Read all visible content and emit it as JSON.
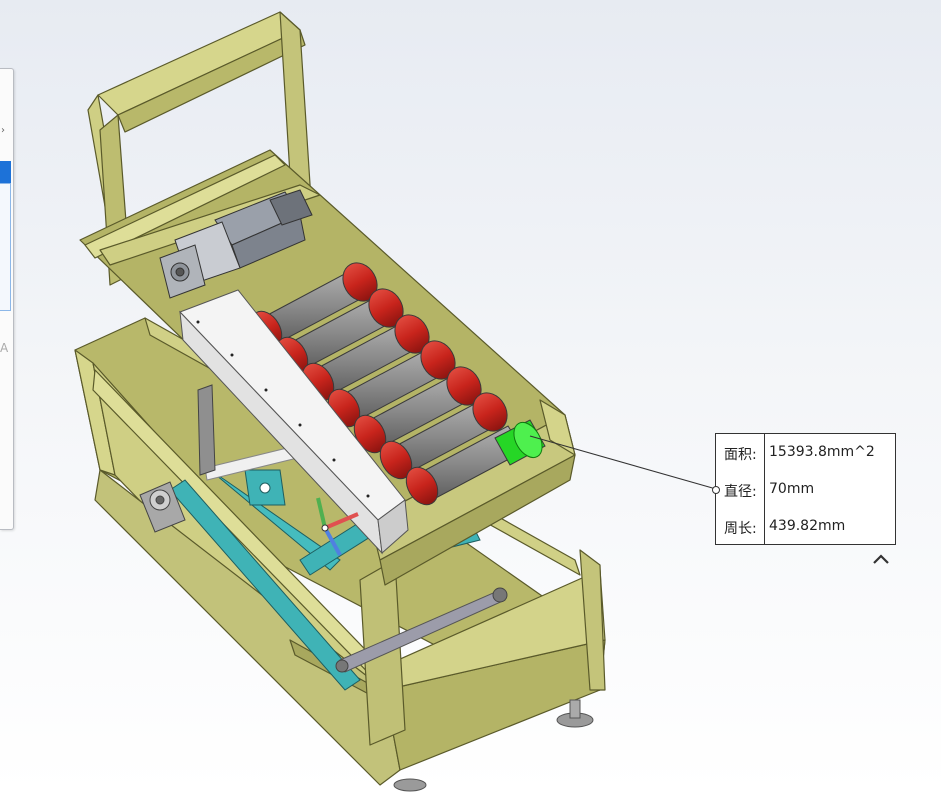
{
  "measure": {
    "rows": [
      {
        "label": "面积:",
        "value": "15393.8mm^2"
      },
      {
        "label": "直径:",
        "value": "70mm"
      },
      {
        "label": "周长:",
        "value": "439.82mm"
      }
    ]
  },
  "colors": {
    "frame": "#c9c978",
    "roller_red": "#c8241c",
    "roller_grey": "#8c8c8c",
    "selection_green": "#26d626",
    "scissor": "#3fb3b6",
    "panel_select": "#1d72d8"
  },
  "icons": {
    "collapse": "chevron-up-icon"
  }
}
